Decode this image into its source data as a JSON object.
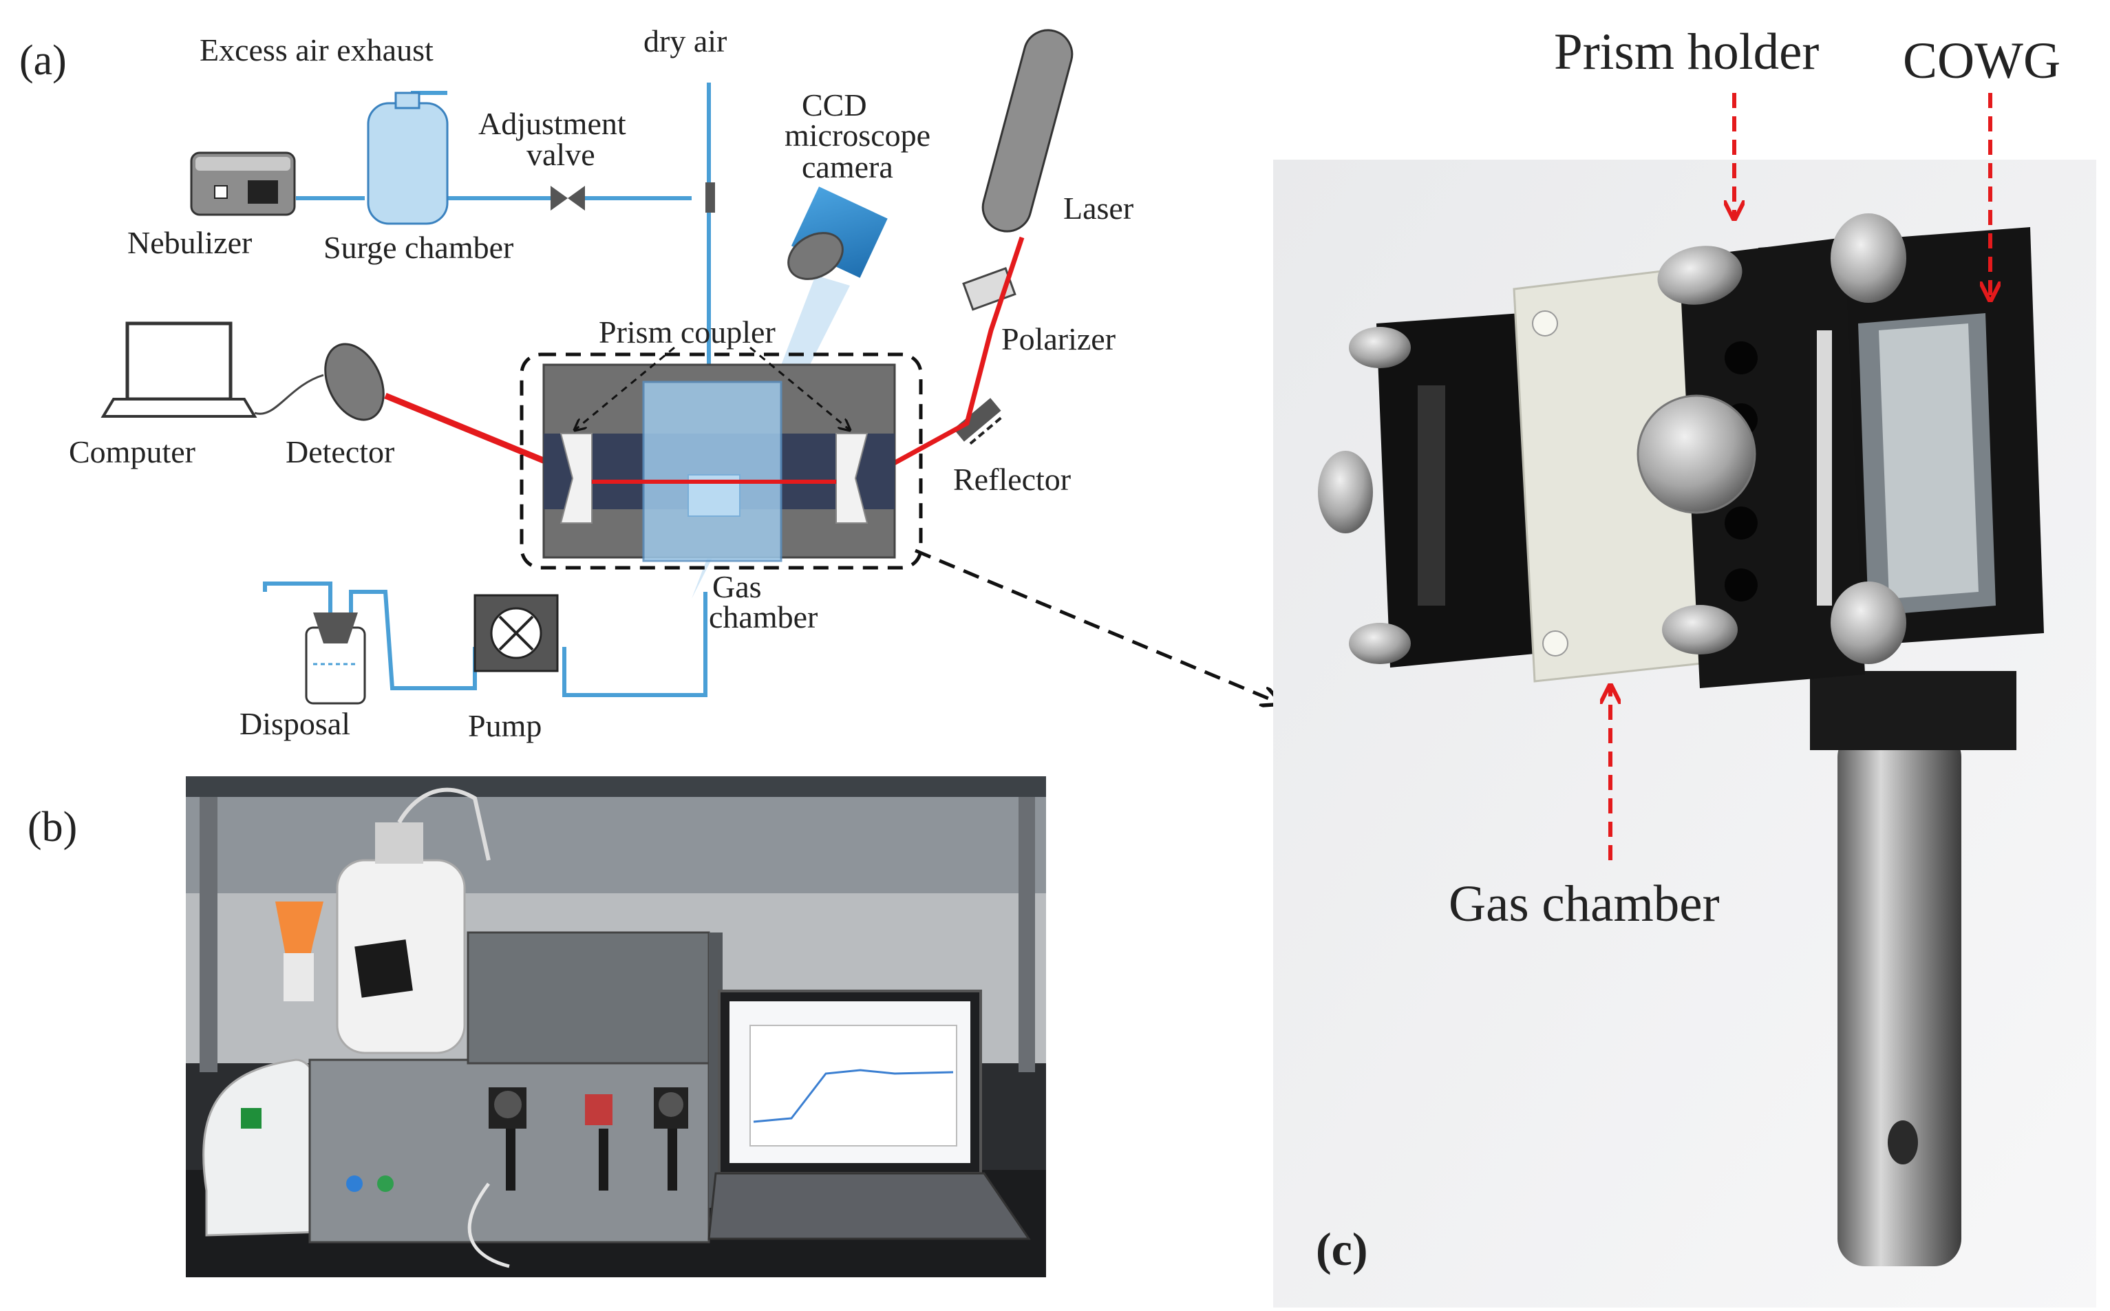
{
  "panel_a": {
    "tag": "(a)",
    "labels": {
      "excess_air": "Excess air exhaust",
      "dry_air": "dry air",
      "adjustment_1": "Adjustment",
      "adjustment_2": "valve",
      "ccd_1": "CCD",
      "ccd_2": "microscope",
      "ccd_3": "camera",
      "laser": "Laser",
      "nebulizer": "Nebulizer",
      "surge": "Surge chamber",
      "polarizer": "Polarizer",
      "prism_coupler": "Prism coupler",
      "computer": "Computer",
      "detector": "Detector",
      "reflector": "Reflector",
      "gas_1": "Gas",
      "gas_2": "chamber",
      "disposal": "Disposal",
      "pump": "Pump"
    }
  },
  "panel_b": {
    "tag": "(b)"
  },
  "panel_c": {
    "tag": "(c)",
    "labels": {
      "prism_holder": "Prism holder",
      "cowg": "COWG",
      "gas_chamber": "Gas chamber"
    }
  },
  "colors": {
    "tube": "#4a9fd6",
    "beam": "#e41a1c",
    "annotation_arrow": "#e41a1c",
    "housing": "#6f6f6f",
    "prism_block": "#9ec9ea"
  }
}
